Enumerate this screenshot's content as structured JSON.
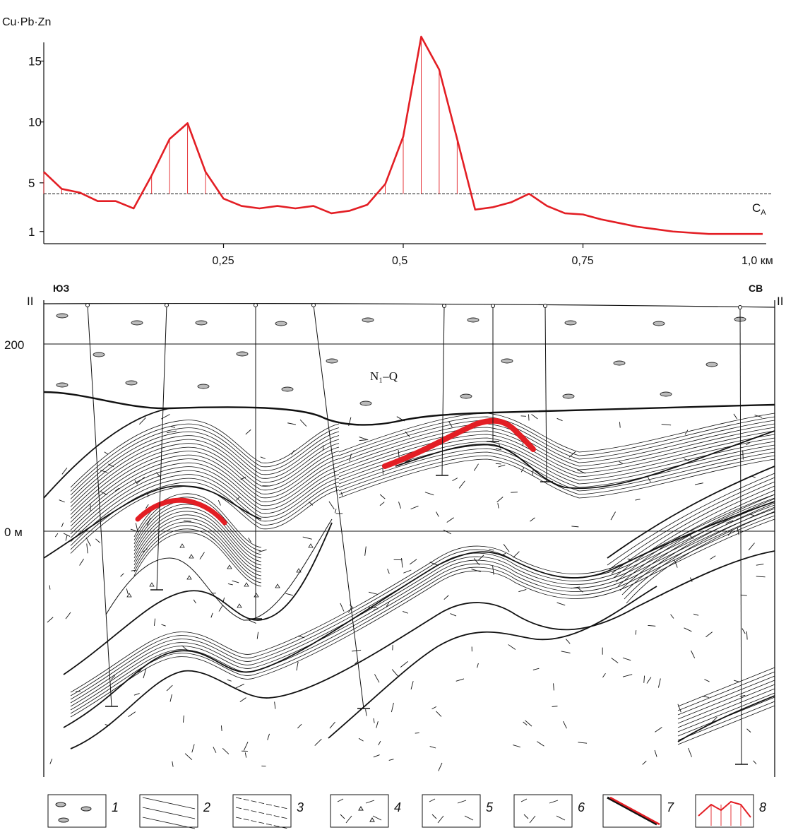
{
  "chart_data": {
    "type": "line",
    "ylabel": "Cu·Pb·Zn",
    "xlabel": "1,0 км",
    "x_ticks": [
      "0,25",
      "0,5",
      "0,75"
    ],
    "y_ticks": [
      "1",
      "5",
      "10",
      "15"
    ],
    "xlim": [
      0,
      1.0
    ],
    "ylim": [
      0,
      17
    ],
    "threshold": {
      "label": "C",
      "subscript": "A",
      "value": 4.1
    },
    "series": [
      {
        "color": "#e31e24",
        "x": [
          0.0,
          0.025,
          0.05,
          0.075,
          0.1,
          0.125,
          0.15,
          0.175,
          0.2,
          0.225,
          0.25,
          0.275,
          0.3,
          0.325,
          0.35,
          0.375,
          0.4,
          0.425,
          0.45,
          0.475,
          0.5,
          0.525,
          0.55,
          0.575,
          0.6,
          0.625,
          0.65,
          0.675,
          0.7,
          0.725,
          0.75,
          0.775,
          0.8,
          0.825,
          0.85,
          0.875,
          0.9,
          0.925,
          0.95,
          0.975,
          1.0
        ],
        "values": [
          5.9,
          4.5,
          4.2,
          3.5,
          3.5,
          2.9,
          5.6,
          8.6,
          9.9,
          5.9,
          3.7,
          3.1,
          2.9,
          3.1,
          2.9,
          3.1,
          2.5,
          2.7,
          3.2,
          4.9,
          8.8,
          17.0,
          14.3,
          8.6,
          2.8,
          3.0,
          3.4,
          4.1,
          3.1,
          2.5,
          2.4,
          2.0,
          1.7,
          1.4,
          1.2,
          1.0,
          0.9,
          0.8,
          0.8,
          0.8,
          0.8
        ]
      }
    ]
  },
  "section": {
    "left_mark": "II",
    "right_mark": "II",
    "direction_left": "ЮЗ",
    "direction_right": "СВ",
    "depth_label_200": "200",
    "depth_label_0": "0 м",
    "unit_label": "N₁–Q"
  },
  "legend": {
    "items": [
      "1",
      "2",
      "3",
      "4",
      "5",
      "6",
      "7",
      "8"
    ]
  }
}
